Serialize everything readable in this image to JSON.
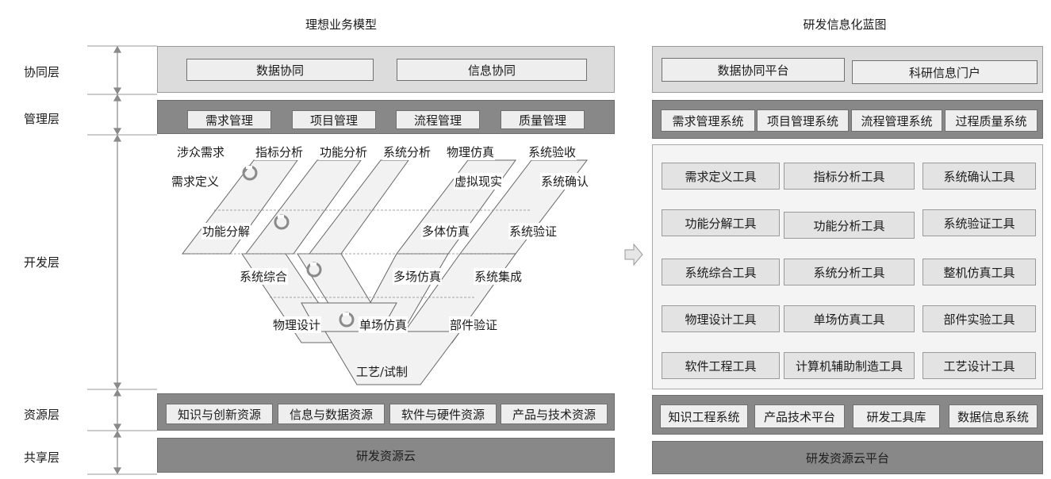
{
  "left": {
    "title": "理想业务模型",
    "collaboration": [
      "数据协同",
      "信息协同"
    ],
    "management": [
      "需求管理",
      "项目管理",
      "流程管理",
      "质量管理"
    ],
    "v_top_labels": [
      "涉众需求",
      "指标分析",
      "功能分析",
      "系统分析",
      "物理仿真",
      "系统验收"
    ],
    "v_left_labels": [
      "需求定义",
      "功能分解",
      "系统综合",
      "物理设计"
    ],
    "v_right_labels": [
      "虚拟现实",
      "系统确认",
      "多体仿真",
      "系统验证",
      "多场仿真",
      "系统集成",
      "单场仿真",
      "部件验证"
    ],
    "v_bottom_label": "工艺/试制",
    "resources": [
      "知识与创新资源",
      "信息与数据资源",
      "软件与硬件资源",
      "产品与技术资源"
    ],
    "cloud": "研发资源云"
  },
  "layers": [
    "协同层",
    "管理层",
    "开发层",
    "资源层",
    "共享层"
  ],
  "right": {
    "title": "研发信息化蓝图",
    "collaboration": [
      "数据协同平台",
      "科研信息门户"
    ],
    "management": [
      "需求管理系统",
      "项目管理系统",
      "流程管理系统",
      "过程质量系统"
    ],
    "tools": [
      [
        "需求定义工具",
        "指标分析工具",
        "系统确认工具"
      ],
      [
        "功能分解工具",
        "功能分析工具",
        "系统验证工具"
      ],
      [
        "系统综合工具",
        "系统分析工具",
        "整机仿真工具"
      ],
      [
        "物理设计工具",
        "单场仿真工具",
        "部件实验工具"
      ],
      [
        "软件工程工具",
        "计算机辅助制造工具",
        "工艺设计工具"
      ]
    ],
    "resources": [
      "知识工程系统",
      "产品技术平台",
      "研发工具库",
      "数据信息系统"
    ],
    "cloud": "研发资源云平台"
  },
  "icons": {
    "arrow": "right-arrow-icon",
    "cycle": "cycle-icon",
    "dimension": "dimension-arrow-icon"
  }
}
